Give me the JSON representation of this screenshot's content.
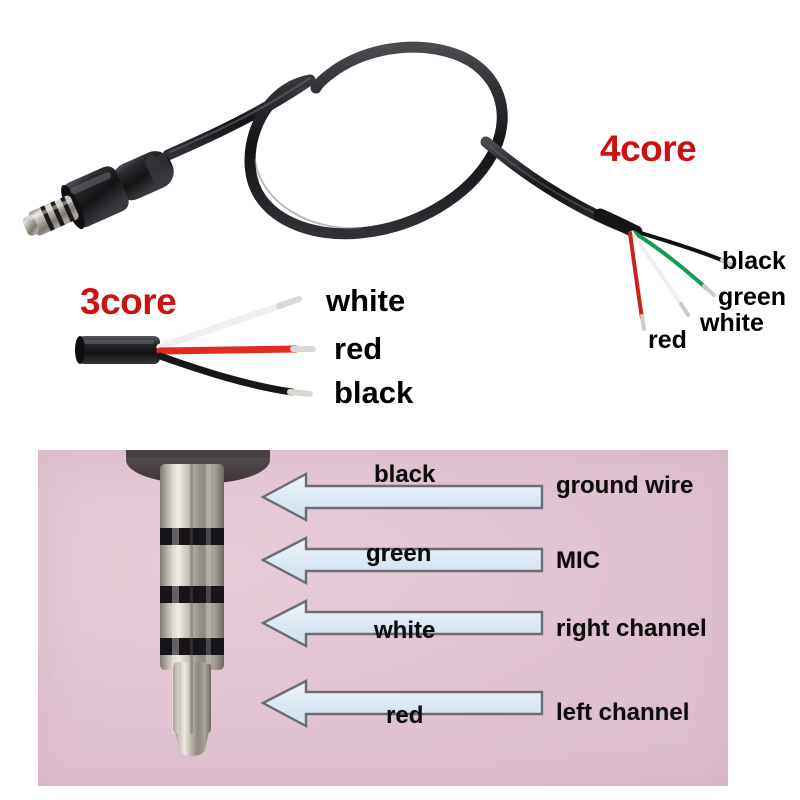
{
  "top_diagram": {
    "four_core": {
      "title": "4core",
      "title_color": "#cc1111",
      "wires": [
        {
          "name": "black",
          "color": "#111111"
        },
        {
          "name": "green",
          "color": "#159c54"
        },
        {
          "name": "white",
          "color": "#f2f2f2"
        },
        {
          "name": "red",
          "color": "#c9231f"
        }
      ]
    },
    "three_core": {
      "title": "3core",
      "title_color": "#cc1111",
      "wires": [
        {
          "name": "white",
          "color": "#f2f2f2"
        },
        {
          "name": "red",
          "color": "#e02a22"
        },
        {
          "name": "black",
          "color": "#171717"
        }
      ]
    },
    "connector": {
      "type": "3.5mm TRRS plug",
      "jacket_color": "#1c1c1f",
      "contact_color": "#b9b4ac"
    }
  },
  "photo_panel": {
    "background_color": "#e2c3d2",
    "plug_type": "3.5mm TRRS plug",
    "arrow_fill": "#dce9f5",
    "arrow_stroke": "#6e6a76",
    "assignments": [
      {
        "wire": "black",
        "function": "ground wire"
      },
      {
        "wire": "green",
        "function": "MIC"
      },
      {
        "wire": "white",
        "function": "right channel"
      },
      {
        "wire": "red",
        "function": "left channel"
      }
    ]
  }
}
